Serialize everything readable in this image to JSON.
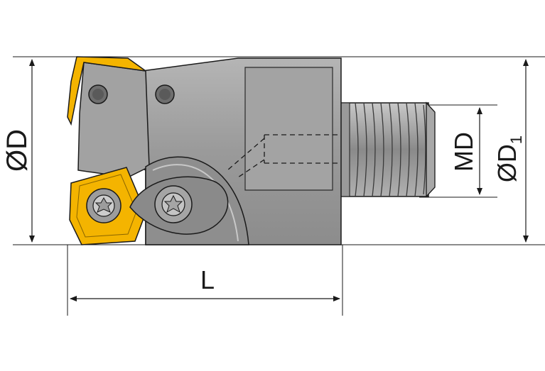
{
  "labels": {
    "diameter": "ØD",
    "diameter_1_main": "ØD",
    "diameter_1_sub": "1",
    "thread": "MD",
    "length": "L"
  },
  "colors": {
    "body": "#9c9c9c",
    "body_dark": "#7a7a7a",
    "insert": "#f4b400",
    "outline": "#1a1a1a",
    "dim_line": "#1a1a1a"
  },
  "icons": [
    "torx-screw-icon",
    "clamp-wedge-icon",
    "cutting-insert-icon"
  ]
}
